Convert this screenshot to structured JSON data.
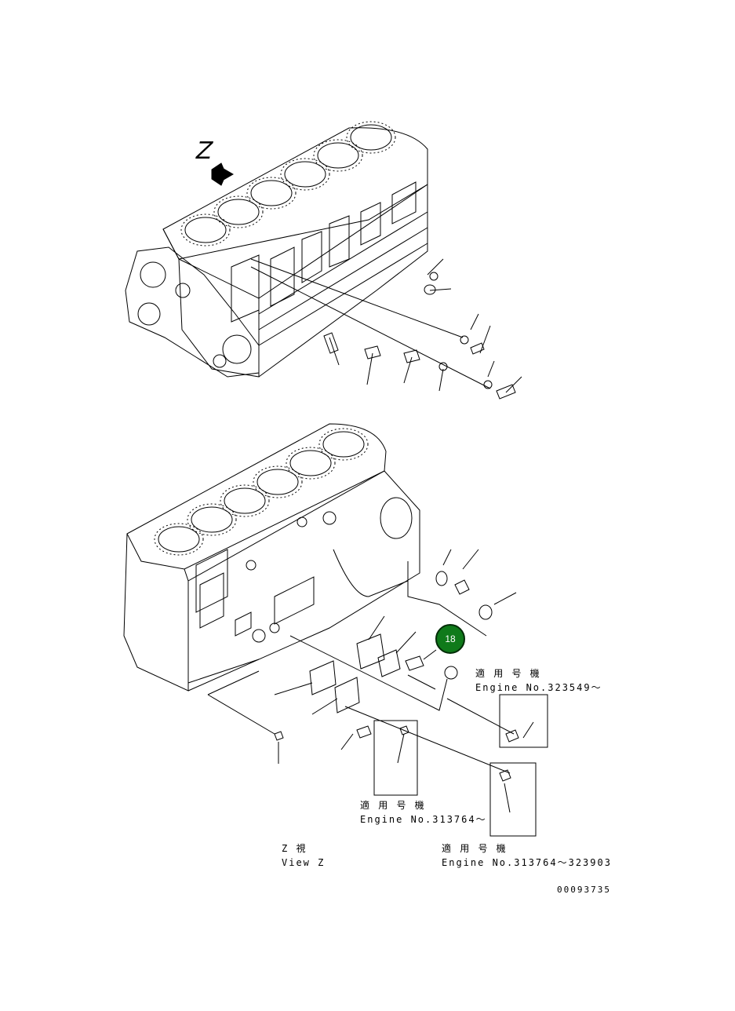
{
  "view_label": {
    "letter": "Z",
    "jp": "Z 視",
    "en": "View Z"
  },
  "callout": {
    "number": "18",
    "color": "#0f7a1a"
  },
  "notes": [
    {
      "jp": "適 用 号 機",
      "en": "Engine No.323549～"
    },
    {
      "jp": "適 用 号 機",
      "en": "Engine No.313764～"
    },
    {
      "jp": "適 用 号 機",
      "en": "Engine No.313764～323903"
    }
  ],
  "drawing_number": "00093735"
}
